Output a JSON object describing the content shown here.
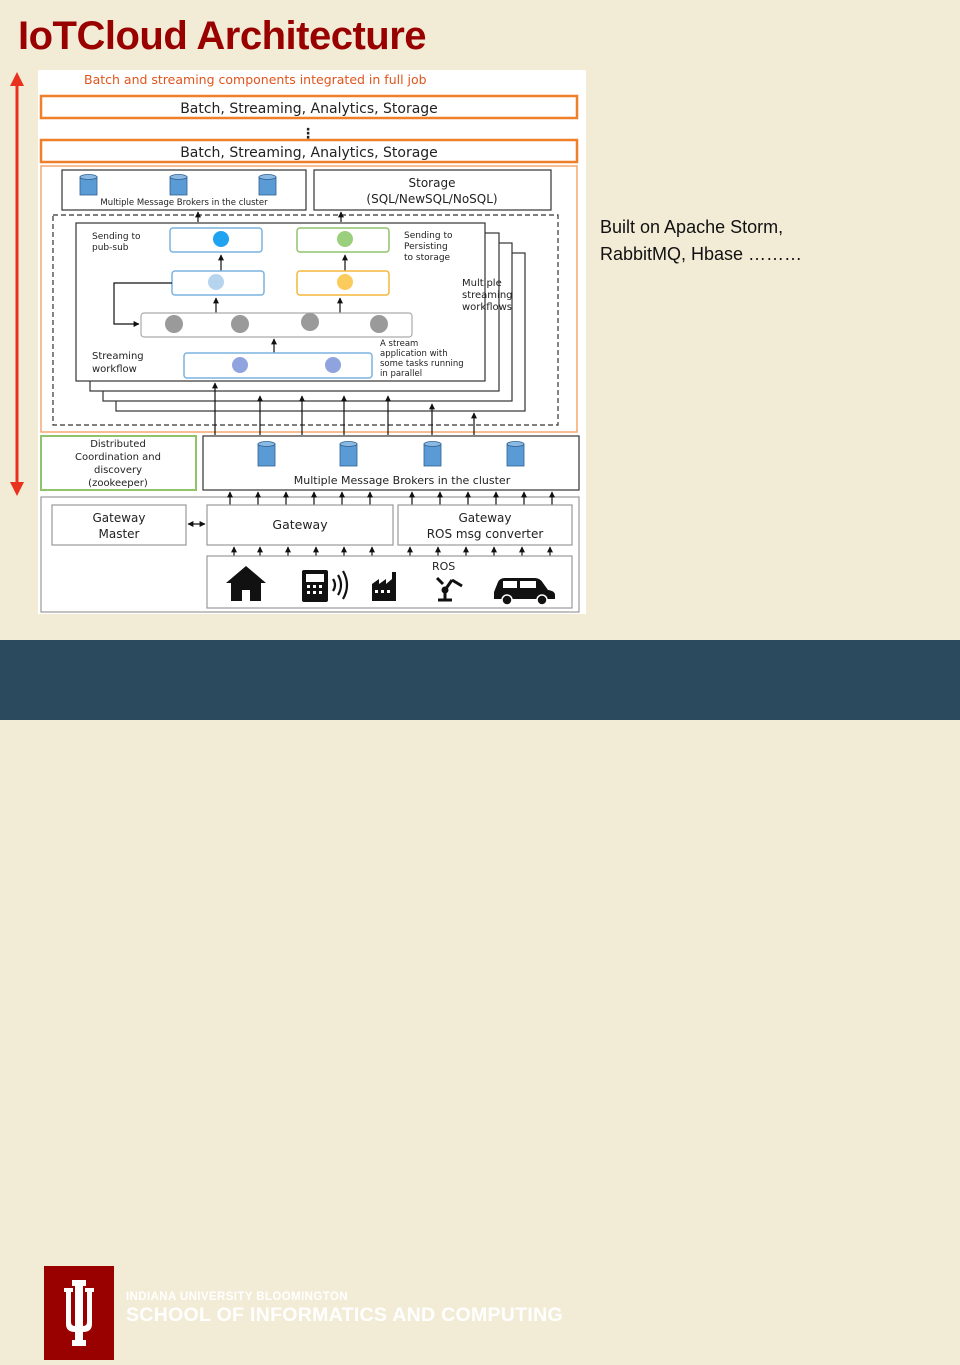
{
  "slide": {
    "title": "IoTCloud Architecture",
    "side_text_line1": "Built on Apache Storm,",
    "side_text_line2": "RabbitMQ, Hbase ………"
  },
  "diagram": {
    "top_label": "Batch and streaming components integrated in full job",
    "job_row_label": "Batch, Streaming, Analytics, Storage",
    "brokers_top_label": "Multiple Message Brokers in the cluster",
    "storage_label_line1": "Storage",
    "storage_label_line2": "(SQL/NewSQL/NoSQL)",
    "sending_pubsub_line1": "Sending to",
    "sending_pubsub_line2": "pub-sub",
    "sending_persist_line1": "Sending to",
    "sending_persist_line2": "Persisting",
    "sending_persist_line3": "to storage",
    "multi_streaming_line1": "Multiple",
    "multi_streaming_line2": "streaming",
    "multi_streaming_line3": "workflows",
    "streaming_workflow_line1": "Streaming",
    "streaming_workflow_line2": "workflow",
    "stream_app_line1": "A stream",
    "stream_app_line2": "application with",
    "stream_app_line3": "some tasks running",
    "stream_app_line4": "in parallel",
    "zk_line1": "Distributed",
    "zk_line2": "Coordination and",
    "zk_line3": "discovery",
    "zk_line4": "(zookeeper)",
    "brokers_bottom_label": "Multiple Message Brokers in the cluster",
    "gateway_master_line1": "Gateway",
    "gateway_master_line2": "Master",
    "gateway_label": "Gateway",
    "gateway_ros_line1": "Gateway",
    "gateway_ros_line2": "ROS msg converter",
    "ros_label": "ROS"
  },
  "footer": {
    "university": "INDIANA UNIVERSITY BLOOMINGTON",
    "school": "SCHOOL OF INFORMATICS AND COMPUTING"
  },
  "colors": {
    "title": "#990000",
    "orange": "#f07f2a",
    "green_border": "#8fc46b",
    "footer_bg": "#2c4a5e",
    "iu_crimson": "#990000"
  }
}
